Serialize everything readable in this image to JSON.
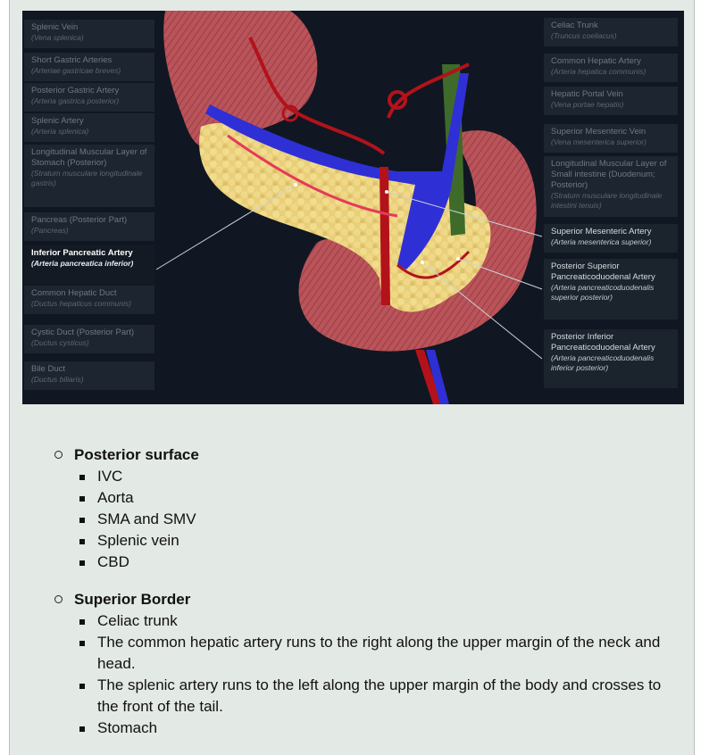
{
  "labels_left": [
    {
      "name": "Splenic Vein",
      "latin": "(Vena splenica)"
    },
    {
      "name": "Short Gastric Arteries",
      "latin": "(Arteriae gastricae breves)"
    },
    {
      "name": "Posterior Gastric Artery",
      "latin": "(Arteria gastrica posterior)"
    },
    {
      "name": "Splenic Artery",
      "latin": "(Arteria splenica)"
    },
    {
      "name": "Longitudinal Muscular Layer of Stomach (Posterior)",
      "latin": "(Stratum musculare longitudinale gastris)"
    },
    {
      "name": "Pancreas (Posterior Part)",
      "latin": "(Pancreas)"
    },
    {
      "name": "Inferior Pancreatic Artery",
      "latin": "(Arteria pancreatica inferior)"
    },
    {
      "name": "Common Hepatic Duct",
      "latin": "(Ductus hepaticus communis)"
    },
    {
      "name": "Cystic Duct (Posterior Part)",
      "latin": "(Ductus cysticus)"
    },
    {
      "name": "Bile Duct",
      "latin": "(Ductus biliaris)"
    }
  ],
  "labels_right": [
    {
      "name": "Celiac Trunk",
      "latin": "(Truncus coeliacus)"
    },
    {
      "name": "Common Hepatic Artery",
      "latin": "(Arteria hepatica communis)"
    },
    {
      "name": "Hepatic Portal Vein",
      "latin": "(Vena portae hepatis)"
    },
    {
      "name": "Superior Mesenteric Vein",
      "latin": "(Vena mesenterica superior)"
    },
    {
      "name": "Longitudinal Muscular Layer of Small intestine (Duodenum; Posterior)",
      "latin": "(Stratum musculare longitudinale intestini tenuis)"
    },
    {
      "name": "Superior Mesenteric Artery",
      "latin": "(Arteria mesenterica superior)"
    },
    {
      "name": "Posterior Superior Pancreaticoduodenal Artery",
      "latin": "(Arteria pancreaticoduodenalis superior posterior)"
    },
    {
      "name": "Posterior Inferior Pancreaticoduodenal Artery",
      "latin": "(Arteria pancreaticoduodenalis inferior posterior)"
    }
  ],
  "sections": [
    {
      "heading": "Posterior surface",
      "items": [
        "IVC",
        "Aorta",
        "SMA and SMV",
        "Splenic vein",
        "CBD"
      ]
    },
    {
      "heading": "Superior Border",
      "items": [
        "Celiac trunk",
        "The common hepatic artery runs to the right along the upper margin of the neck and head.",
        "The splenic artery runs to the left along the upper margin of the body and crosses to the front of the tail.",
        "Stomach"
      ]
    }
  ],
  "colors": {
    "artery": "#b3121a",
    "vein": "#2f2fd6",
    "pancreas": "#e8cf7a",
    "muscle": "#b9545a",
    "figure_bg": "#101722",
    "page_bg": "#e3e9e5"
  }
}
